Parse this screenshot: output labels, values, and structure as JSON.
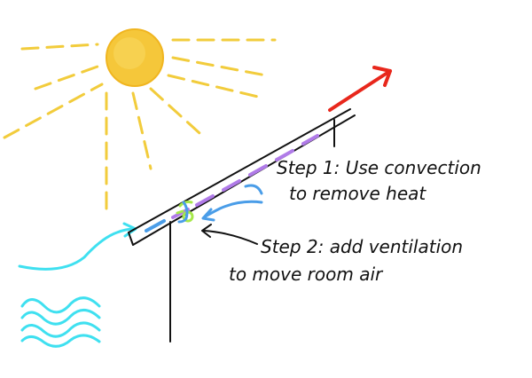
{
  "labels": {
    "step1_line1": "Step 1: Use convection",
    "step1_line2": "to remove heat",
    "step2_line1": "Step 2: add ventilation",
    "step2_line2": "to move room air"
  },
  "colors": {
    "sun": "#f5c73a",
    "sun_rays": "#f2cc3c",
    "panel": "#111111",
    "hot_air_out": "#e8271c",
    "convection": "#b07be8",
    "room_air": "#4a9de8",
    "outside_air": "#3fe0f0",
    "vent": "#a6e84a",
    "pointer": "#111111"
  },
  "icons": {
    "sun": "sun-icon",
    "hot_air_arrow": "arrow-up-right-icon",
    "inflow_arrow": "arrow-right-icon",
    "room_air_arrow": "arrow-left-icon",
    "pointer_arrow": "arrow-left-icon"
  }
}
